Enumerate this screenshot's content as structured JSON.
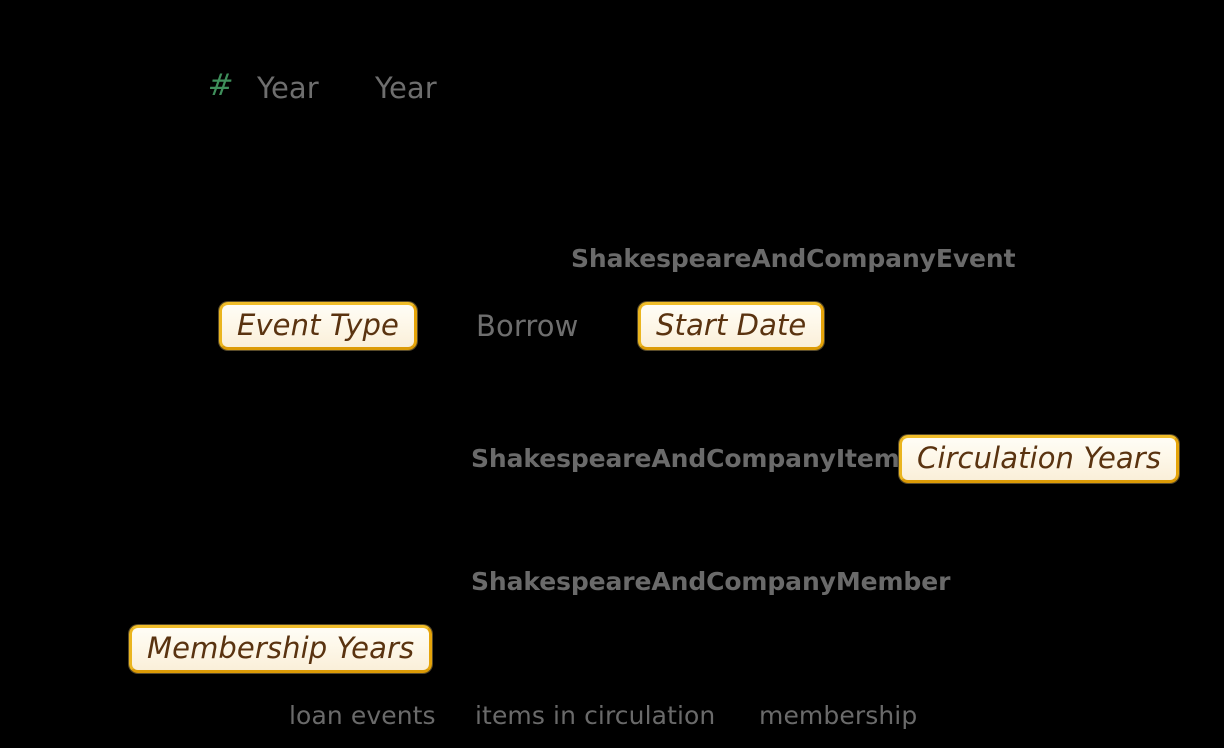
{
  "theme": {
    "background": "#000000",
    "pill_fill": "#fdf6e6",
    "pill_border": "#e5a40a",
    "pill_text": "#5a3310",
    "label_gray": "#6a6a6a",
    "hash_green": "#3f8f5b"
  },
  "header": {
    "hash_icon_label": "#",
    "year_left": "Year",
    "year_right": "Year"
  },
  "rows": [
    {
      "entity": "ShakespeareAndCompanyEvent",
      "property_left": "Event Type",
      "value": "Borrow",
      "property_right": "Start Date"
    },
    {
      "entity": "ShakespeareAndCompanyItem",
      "property_right": "Circulation Years"
    },
    {
      "entity": "ShakespeareAndCompanyMember",
      "property_left": "Membership Years"
    }
  ],
  "footer": {
    "items": [
      "loan events",
      "items in circulation",
      "membership"
    ]
  }
}
